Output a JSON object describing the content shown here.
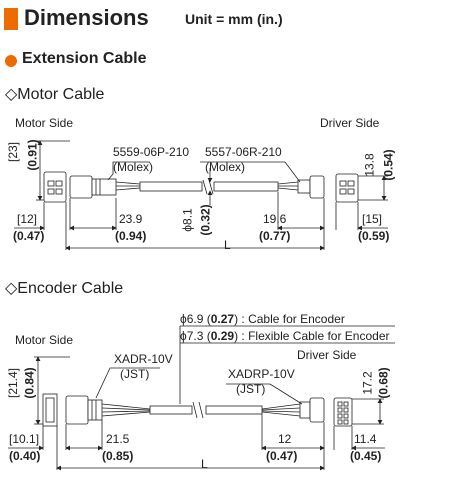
{
  "header": {
    "title": "Dimensions",
    "unit": "Unit = mm (in.)",
    "accent": "#ec6c00"
  },
  "section": {
    "title": "Extension Cable"
  },
  "motor_cable": {
    "title": "◇Motor Cable",
    "motor_side": "Motor Side",
    "driver_side": "Driver Side",
    "connector_left": "5559-06P-210",
    "connector_left_maker": "(Molex)",
    "connector_right": "5557-06R-210",
    "connector_right_maker": "(Molex)",
    "h_left_mm": "[23]",
    "h_left_in": "(0.91)",
    "h_right_mm": "13.8",
    "h_right_in": "(0.54)",
    "dia_mm": "ϕ8.1",
    "dia_in": "(0.32)",
    "w_left_mm": "[12]",
    "w_left_in": "(0.47)",
    "w_a_mm": "23.9",
    "w_a_in": "(0.94)",
    "w_b_mm": "19.6",
    "w_b_in": "(0.77)",
    "w_right_mm": "[15]",
    "w_right_in": "(0.59)",
    "length": "L"
  },
  "encoder_cable": {
    "title": "◇Encoder Cable",
    "motor_side": "Motor Side",
    "driver_side": "Driver Side",
    "cable_note1_a": "ϕ6.9 (",
    "cable_note1_b": "0.27",
    "cable_note1_c": ") : Cable for Encoder",
    "cable_note2_a": "ϕ7.3 (",
    "cable_note2_b": "0.29",
    "cable_note2_c": ") : Flexible Cable for Encoder",
    "connector_left": "XADR-10V",
    "connector_left_maker": "(JST)",
    "connector_right": "XADRP-10V",
    "connector_right_maker": "(JST)",
    "h_left_mm": "[21.4]",
    "h_left_in": "(0.84)",
    "h_right_mm": "17.2",
    "h_right_in": "(0.68)",
    "w_left_mm": "[10.1]",
    "w_left_in": "(0.40)",
    "w_a_mm": "21.5",
    "w_a_in": "(0.85)",
    "w_b_mm": "12",
    "w_b_in": "(0.47)",
    "w_right_mm": "11.4",
    "w_right_in": "(0.45)",
    "length": "L"
  }
}
